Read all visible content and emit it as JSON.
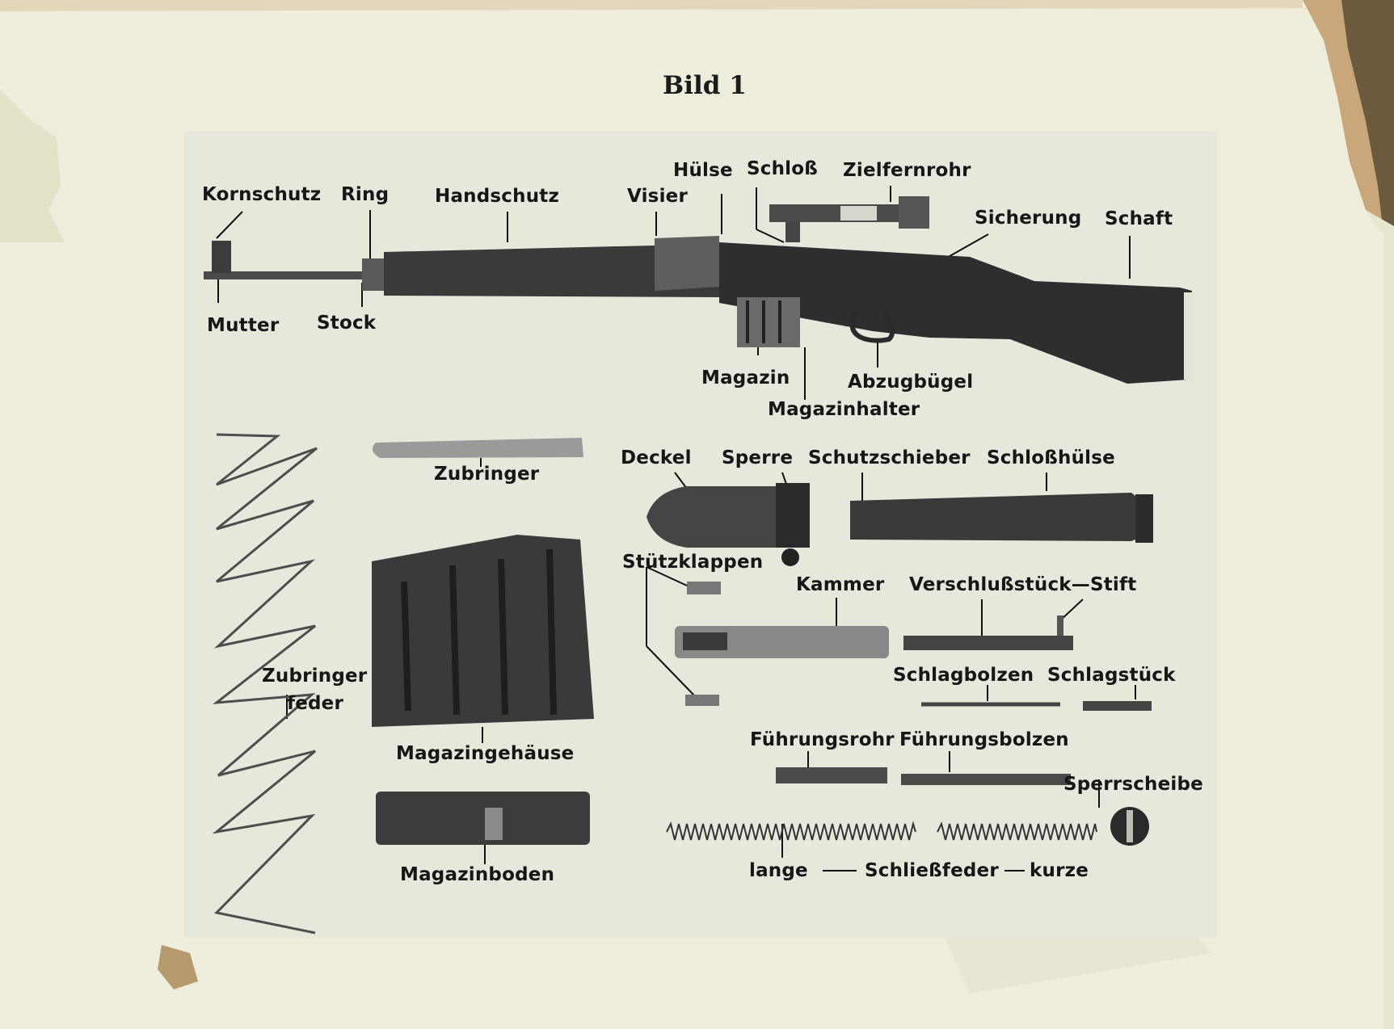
{
  "document": {
    "title": "Bild 1",
    "labels": {
      "kornschutz": "Kornschutz",
      "ring": "Ring",
      "handschutz": "Handschutz",
      "visier": "Visier",
      "huelse": "Hülse",
      "schloss": "Schloß",
      "zielfernrohr": "Zielfernrohr",
      "sicherung": "Sicherung",
      "schaft": "Schaft",
      "mutter": "Mutter",
      "stock": "Stock",
      "magazin": "Magazin",
      "abzugbuegel": "Abzugbügel",
      "magazinhalter": "Magazinhalter",
      "zubringer": "Zubringer",
      "deckel": "Deckel",
      "sperre": "Sperre",
      "schutzschieber": "Schutzschieber",
      "schlosshuelse": "Schloßhülse",
      "stuetzklappen": "Stützklappen",
      "kammer": "Kammer",
      "verschlussstueck_stift": "Verschlußstück—Stift",
      "zubringer_line1": "Zubringer",
      "zubringer_line2": "feder",
      "schlagbolzen": "Schlagbolzen",
      "schlagstueck": "Schlagstück",
      "magazingehaeuse": "Magazingehäuse",
      "fuehrungsrohr": "Führungsrohr",
      "fuehrungsbolzen": "Führungsbolzen",
      "sperrscheibe": "Sperrscheibe",
      "magazinboden": "Magazinboden",
      "lange": "lange",
      "schliessfeder": "Schließfeder",
      "kurze": "kurze"
    }
  },
  "colors": {
    "paper": "#efeedc",
    "plate": "#e6e8dc",
    "ink": "#161616",
    "part_dark": "#2f2f2f",
    "part_mid": "#6e6e6e"
  }
}
